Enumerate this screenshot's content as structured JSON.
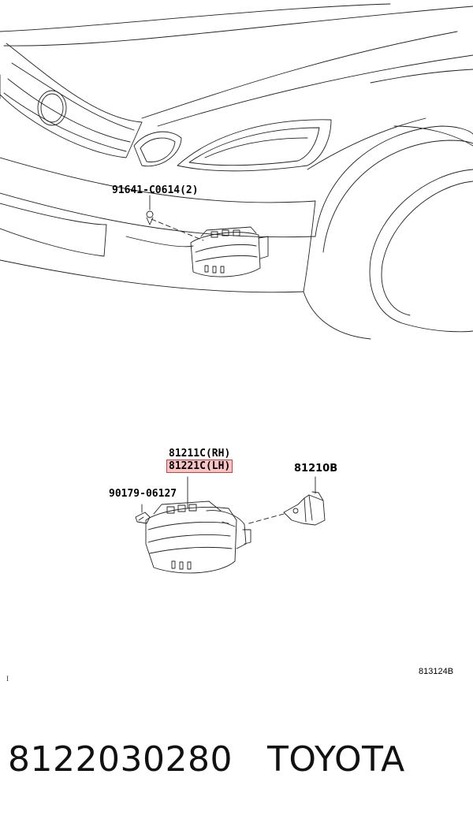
{
  "callouts": {
    "bolt": "91641-C0614(2)",
    "lamp_rh": "81211C(RH)",
    "lamp_lh": "81221C(LH)",
    "bulb": "81210B",
    "clip": "90179-06127"
  },
  "figure_ref": "813124B",
  "corner_mark": "I",
  "footer": {
    "part_number": "8122030280",
    "brand": "TOYOTA"
  }
}
